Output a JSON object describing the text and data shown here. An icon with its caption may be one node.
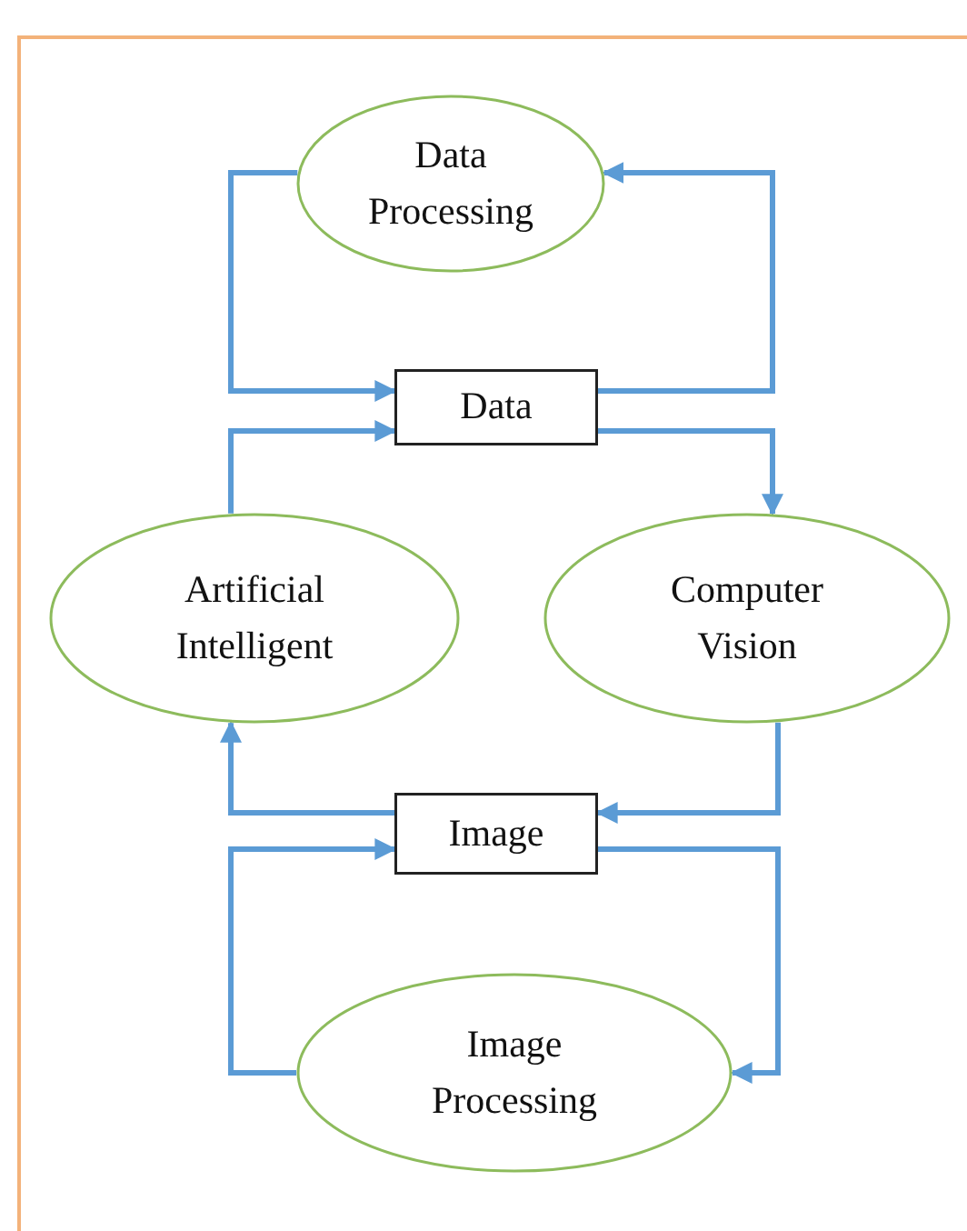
{
  "diagram": {
    "nodes": [
      {
        "text": [
          "Data Processing"
        ]
      },
      {
        "text": [
          "Data"
        ]
      },
      {
        "text": [
          "Artificial Intelligent"
        ]
      },
      {
        "text": [
          "Computer Vision"
        ]
      },
      {
        "text": [
          "Image"
        ]
      },
      {
        "text": [
          "Image Processing"
        ]
      }
    ],
    "edges": [
      {
        "from": 0,
        "to": 1,
        "arrow": "to"
      },
      {
        "from": 1,
        "to": 0,
        "arrow": "to"
      },
      {
        "from": 2,
        "to": 1,
        "arrow": "to"
      },
      {
        "from": 1,
        "to": 3,
        "arrow": "to"
      },
      {
        "from": 3,
        "to": 4,
        "arrow": "to"
      },
      {
        "from": 4,
        "to": 2,
        "arrow": "to"
      },
      {
        "from": 5,
        "to": 4,
        "arrow": "to"
      },
      {
        "from": 4,
        "to": 5,
        "arrow": "to"
      }
    ]
  }
}
